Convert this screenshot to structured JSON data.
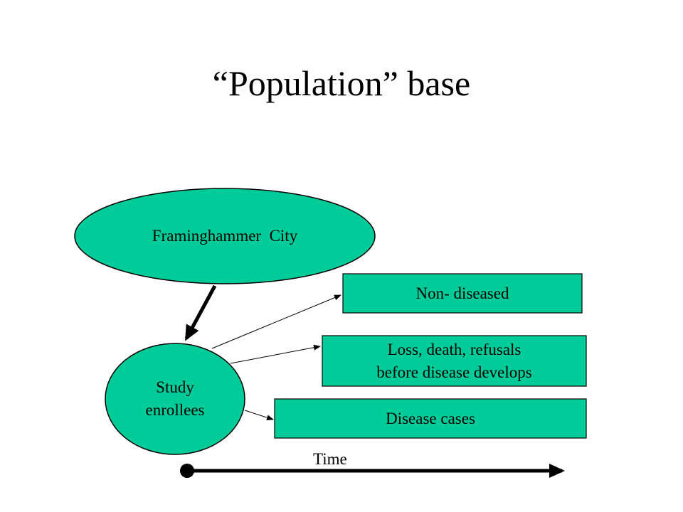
{
  "title": "“Population” base",
  "nodes": {
    "city": "Framinghammer  City",
    "enrollees_line1": "Study",
    "enrollees_line2": "enrollees",
    "non_diseased": "Non- diseased",
    "loss_line1": "Loss, death, refusals",
    "loss_line2": "before disease develops",
    "disease_cases": "Disease cases"
  },
  "timeline": {
    "label": "Time"
  },
  "colors": {
    "fill": "#00CC99",
    "stroke": "#000000",
    "background": "#FFFFFF"
  }
}
